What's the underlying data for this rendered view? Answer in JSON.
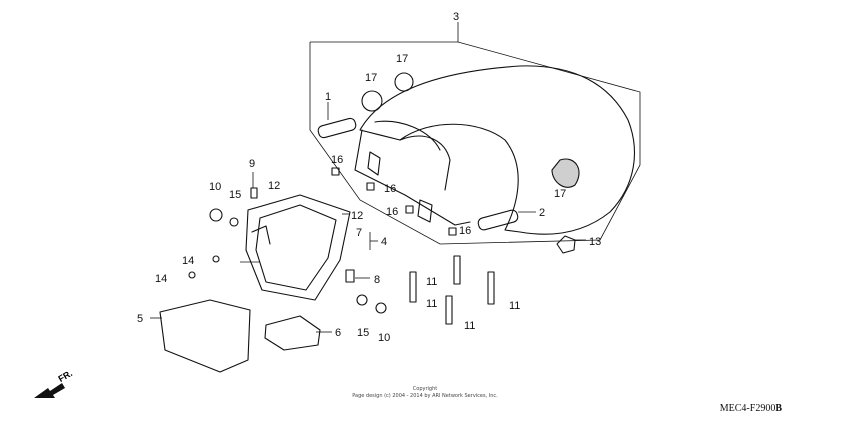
{
  "callouts": {
    "c1": "1",
    "c2": "2",
    "c3": "3",
    "c4": "4",
    "c5": "5",
    "c6": "6",
    "c7": "7",
    "c8": "8",
    "c9": "9",
    "c10a": "10",
    "c10b": "10",
    "c11a": "11",
    "c11b": "11",
    "c11c": "11",
    "c11d": "11",
    "c12a": "12",
    "c12b": "12",
    "c13": "13",
    "c14a": "14",
    "c14b": "14",
    "c15a": "15",
    "c15b": "15",
    "c16a": "16",
    "c16b": "16",
    "c16c": "16",
    "c16d": "16",
    "c17a": "17",
    "c17b": "17",
    "c17c": "17"
  },
  "direction_label": "FR.",
  "copyright_line1": "Copyright",
  "copyright_line2": "Page design (c) 2004 - 2014 by ARI Network Services, Inc.",
  "diagram_code": "MEC4-F2900",
  "diagram_code_suffix": "B"
}
